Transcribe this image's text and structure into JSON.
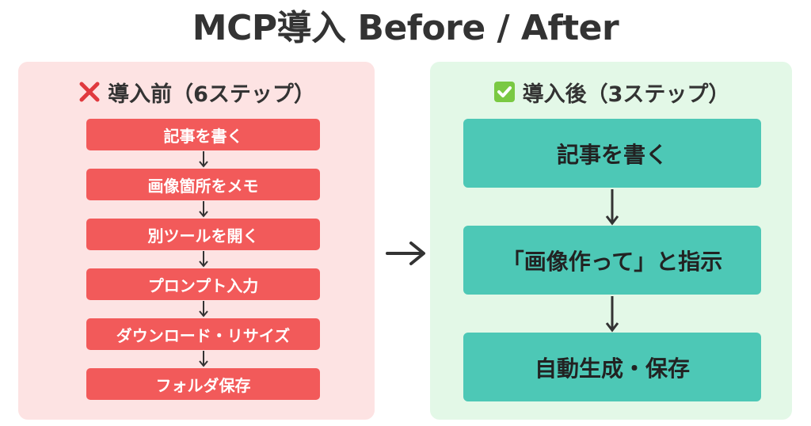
{
  "title": "MCP導入 Before / After",
  "before": {
    "heading": "導入前（6ステップ）",
    "icon": "cross-mark-icon",
    "steps": [
      "記事を書く",
      "画像箇所をメモ",
      "別ツールを開く",
      "プロンプト入力",
      "ダウンロード・リサイズ",
      "フォルダ保存"
    ]
  },
  "after": {
    "heading": "導入後（3ステップ）",
    "icon": "check-box-icon",
    "steps": [
      "記事を書く",
      "「画像作って」と指示",
      "自動生成・保存"
    ]
  },
  "colors": {
    "before_panel": "#fde3e3",
    "before_step": "#f25a5a",
    "after_panel": "#e3f8e7",
    "after_step": "#4dc8b6",
    "check_box": "#7ac943",
    "cross": "#e0393e",
    "text": "#333333"
  }
}
